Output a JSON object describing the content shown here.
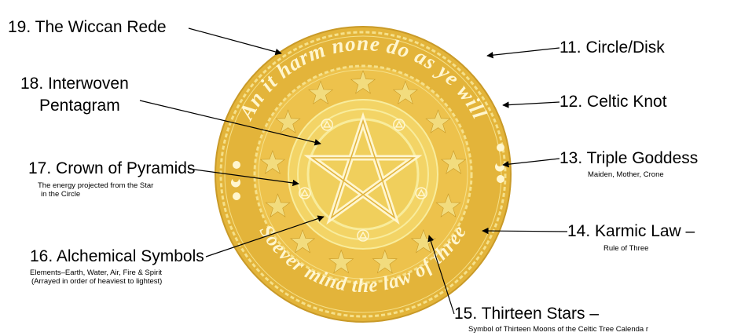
{
  "seal": {
    "outer_text": "An it harm none do as ye will",
    "inner_text": "Soever mind the law of three",
    "colors": {
      "gold_outer": "#e3b43a",
      "gold_inner": "#f3d466",
      "ring_light": "#f5e08a",
      "star_pale": "#f2dc7e",
      "edge": "#c99a28",
      "text_white": "#fff6cf",
      "center_pale": "#f8ec9c"
    }
  },
  "labels": {
    "l19": {
      "title": "19. The Wiccan Rede"
    },
    "l18": {
      "title_line1": "18. Interwoven",
      "title_line2": "Pentagram"
    },
    "l17": {
      "title": "17. Crown of Pyramids",
      "sub1": "The energy projected from the Star",
      "sub2": "in the Circle"
    },
    "l16": {
      "title": "16. Alchemical Symbols",
      "sub1": "Elements–Earth, Water, Air, Fire & Spirit",
      "sub2": "(Arrayed in order of heaviest to lightest)"
    },
    "l11": {
      "title": "11. Circle/Disk"
    },
    "l12": {
      "title": "12. Celtic Knot"
    },
    "l13": {
      "title": "13. Triple Goddess",
      "sub1": "Maiden, Mother, Crone"
    },
    "l14": {
      "title": "14.  Karmic Law –",
      "sub1": "Rule of Three"
    },
    "l15": {
      "title": "15. Thirteen Stars –",
      "sub1": "Symbol of Thirteen Moons of the Celtic Tree Calenda   r"
    }
  }
}
